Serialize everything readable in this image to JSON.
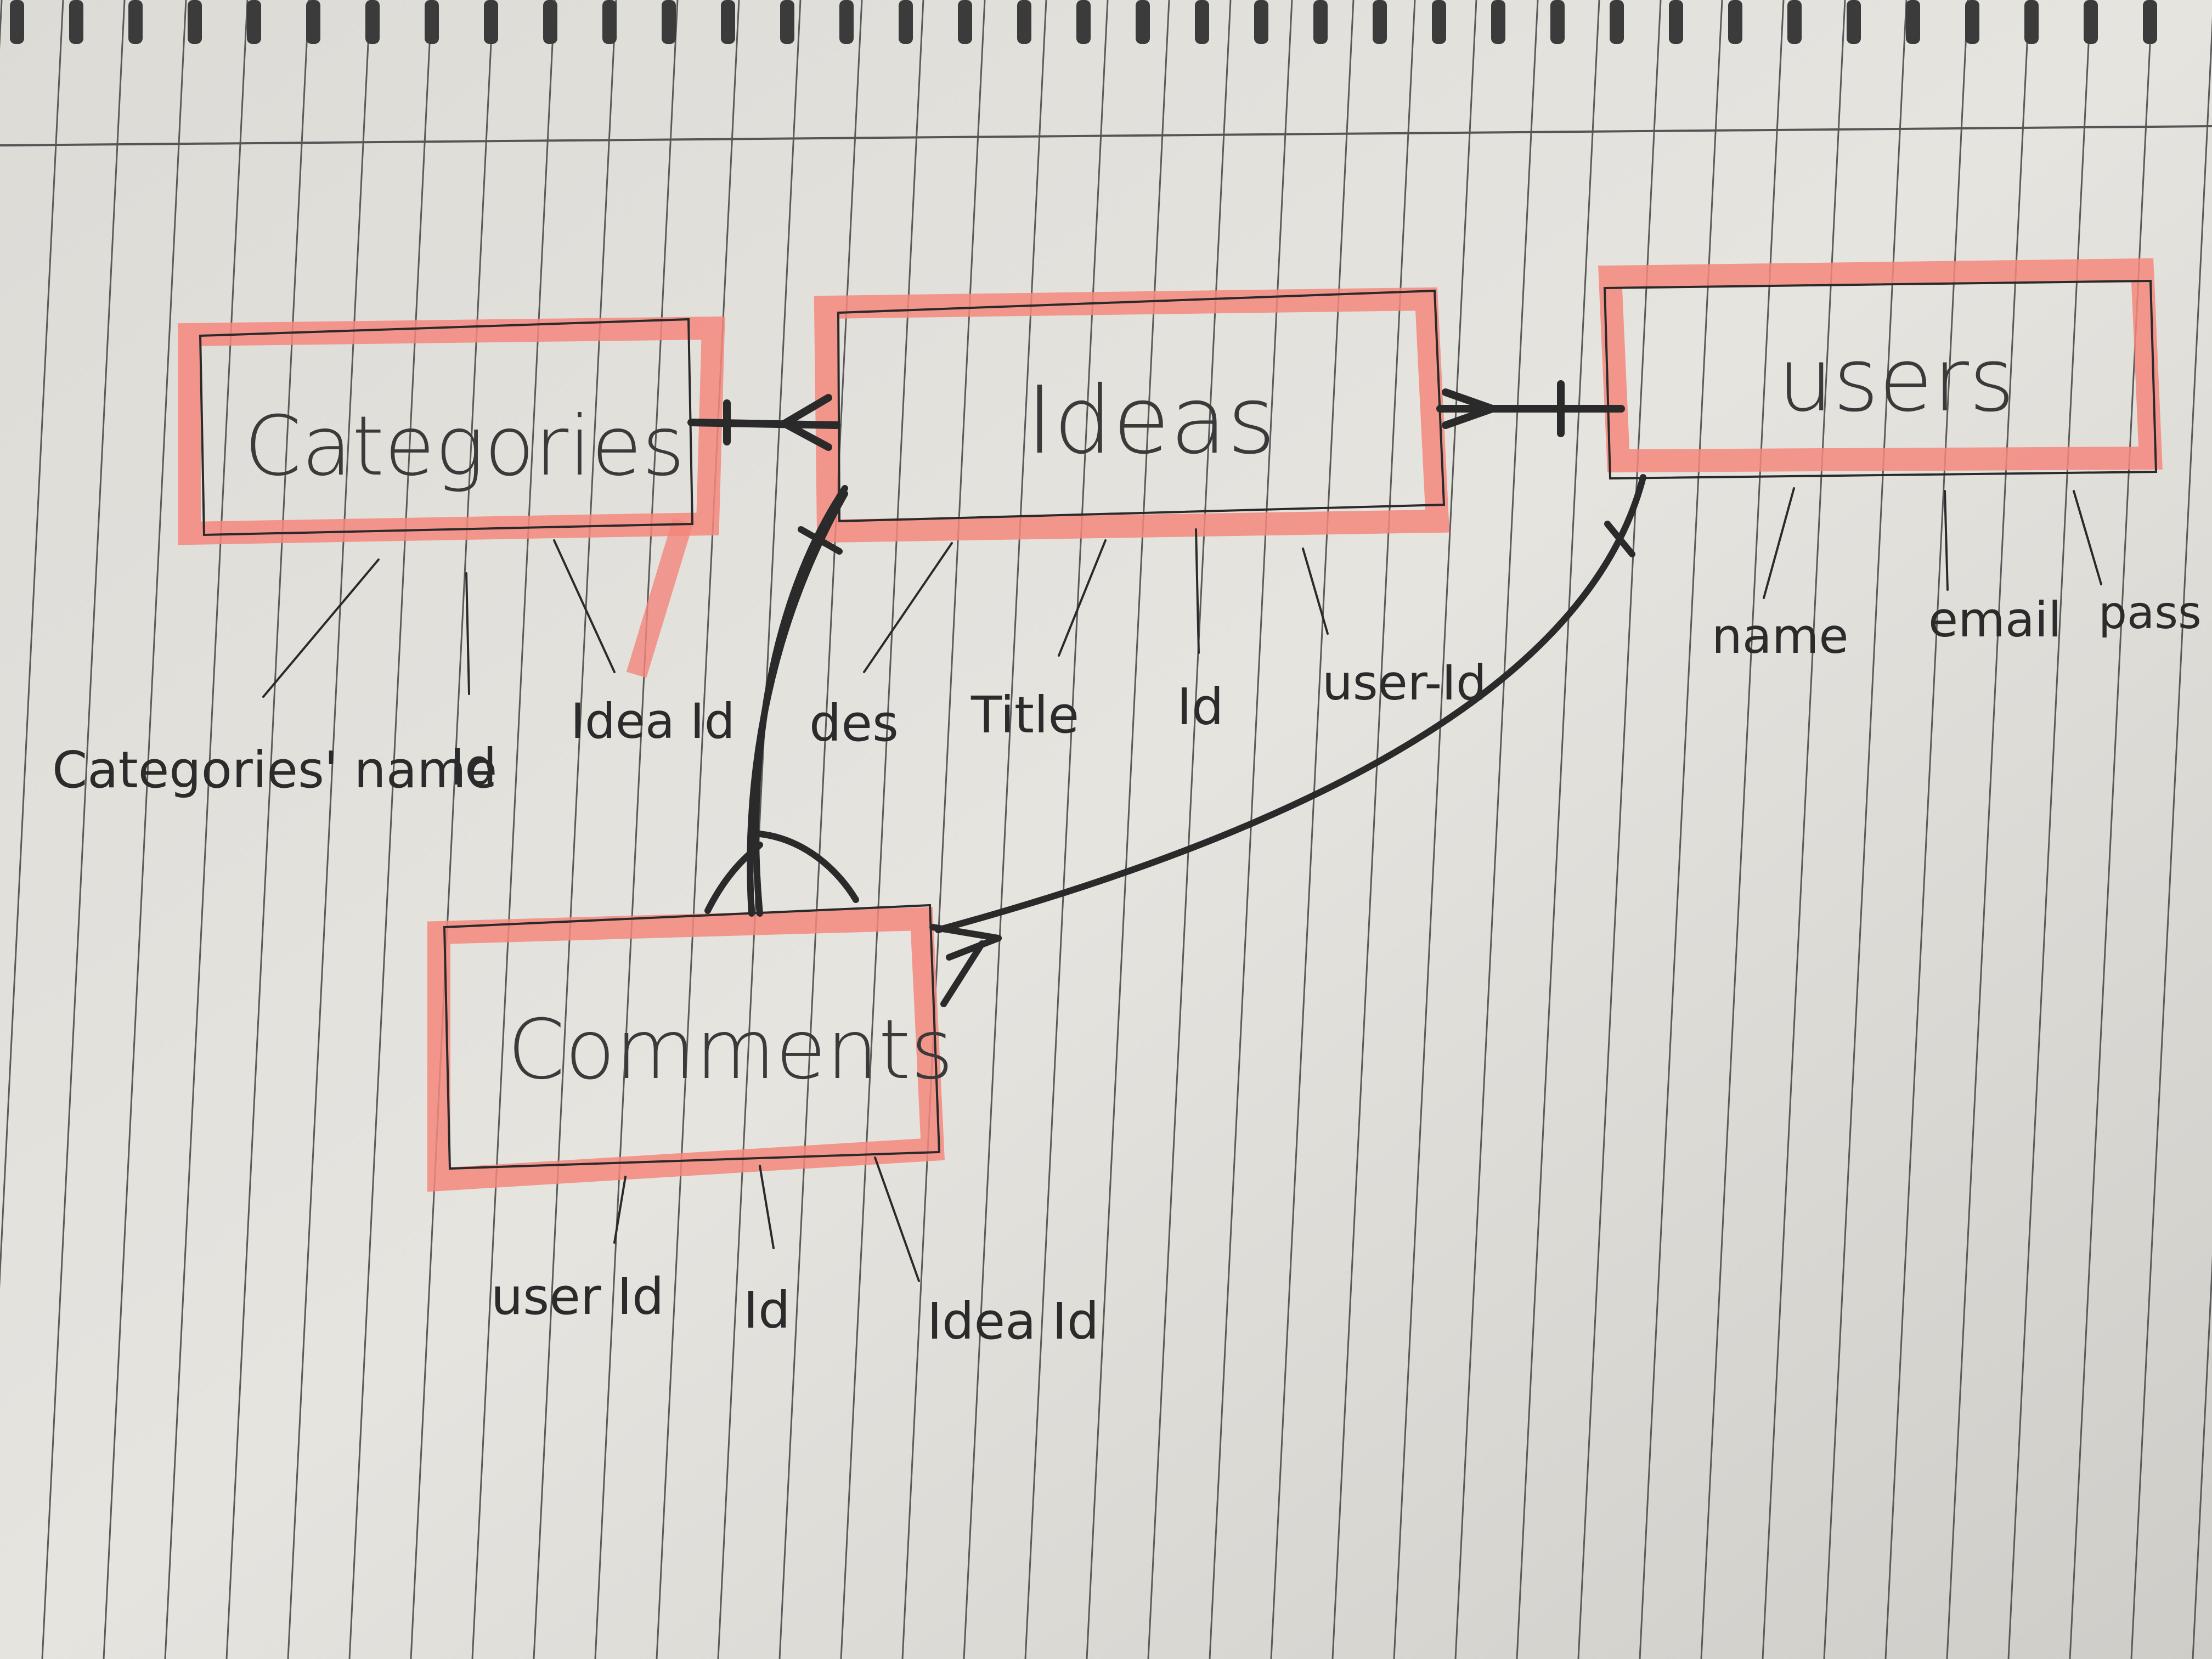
{
  "entities": {
    "categories": {
      "name": "Categories",
      "attributes": [
        "Categories' name",
        "Id",
        "Idea Id"
      ]
    },
    "ideas": {
      "name": "Ideas",
      "attributes": [
        "des",
        "Title",
        "Id",
        "user-Id"
      ]
    },
    "users": {
      "name": "users",
      "attributes": [
        "name",
        "email",
        "pass word"
      ]
    },
    "comments": {
      "name": "Comments",
      "attributes": [
        "user Id",
        "Id",
        "Idea Id"
      ]
    }
  },
  "colors": {
    "highlight": "#f4877c",
    "ink": "#2a2a2a",
    "paper": "#e4e2dd",
    "rule": "#4a4a4a"
  }
}
